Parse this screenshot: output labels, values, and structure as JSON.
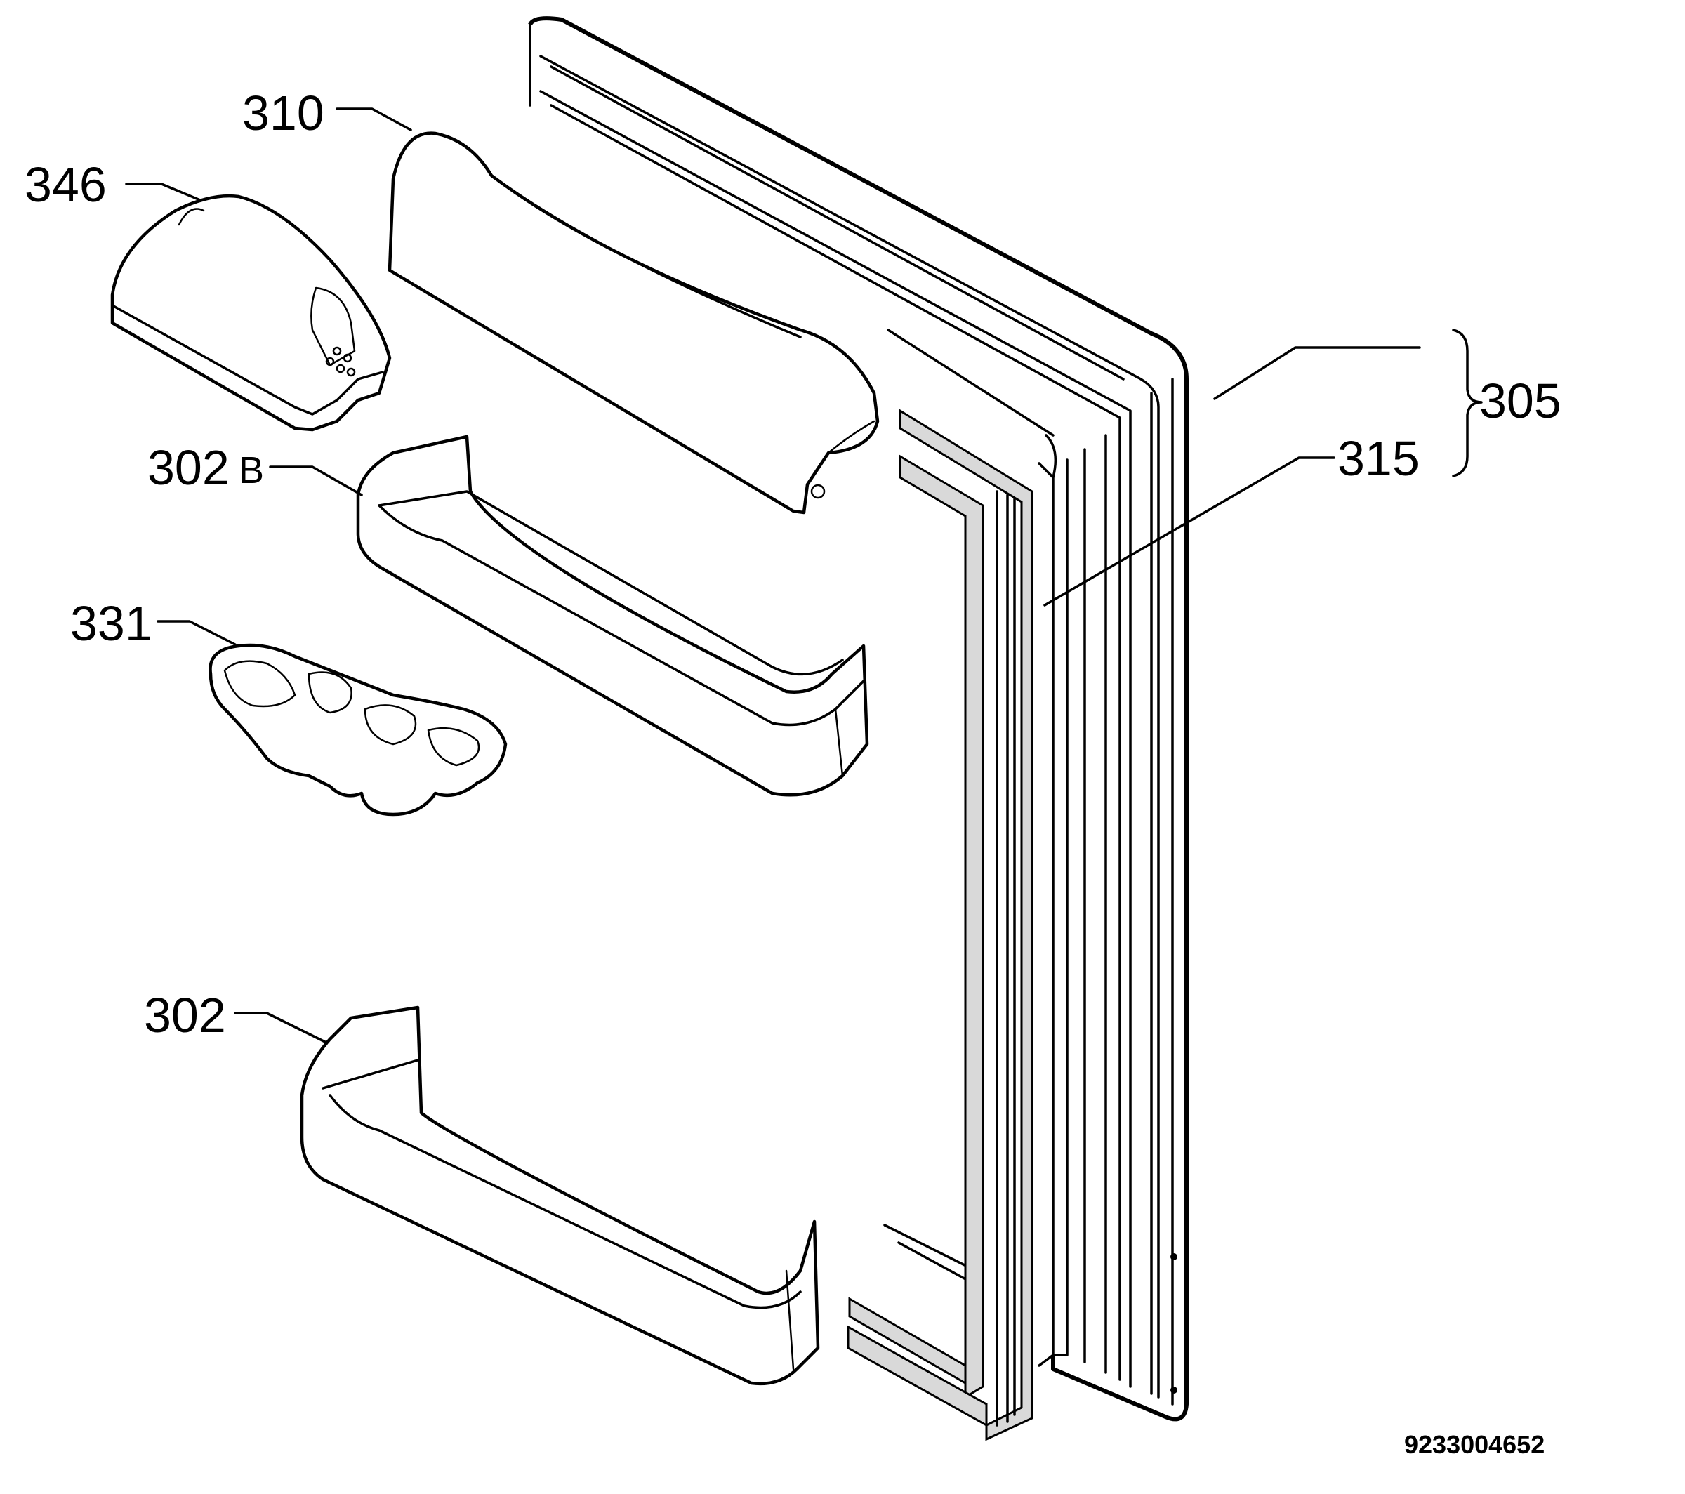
{
  "callouts": {
    "c310": "310",
    "c346": "346",
    "c302b_num": "302",
    "c302b_suffix": "B",
    "c331": "331",
    "c302": "302",
    "c305": "305",
    "c315": "315"
  },
  "document_number": "9233004652",
  "colors": {
    "line": "#000000",
    "background": "#ffffff",
    "gasket_fill": "#d9d9d9"
  }
}
